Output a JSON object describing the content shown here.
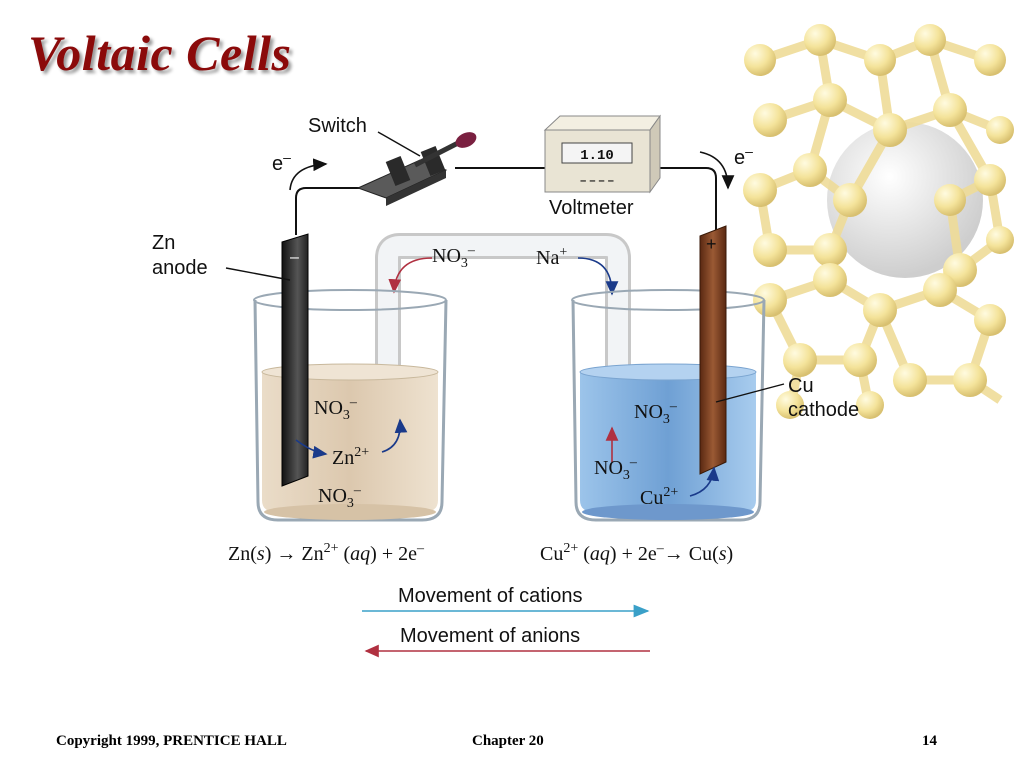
{
  "title": "Voltaic Cells",
  "labels": {
    "switch": "Switch",
    "voltmeter": "Voltmeter",
    "voltmeter_reading": "1.10",
    "voltmeter_dashes": "– – –     –",
    "electron_left": "e",
    "electron_right": "e",
    "charge_minus": "–",
    "anode_metal": "Zn",
    "anode_word": "anode",
    "cathode_metal": "Cu",
    "cathode_word": "cathode",
    "anode_sign": "–",
    "cathode_sign": "+",
    "nitrate": "NO",
    "nitrate_sub": "3",
    "nitrate_charge": "–",
    "sodium": "Na",
    "sodium_charge": "+",
    "zinc_ion": "Zn",
    "zinc_charge": "2+",
    "copper_ion": "Cu",
    "copper_charge": "2+"
  },
  "equations": {
    "anode": {
      "p1": "Zn(",
      "s": "s",
      "p2": ") → Zn",
      "sup": "2+",
      "p3": " (",
      "aq": "aq",
      "p4": ") + 2e",
      "e_sup": "–"
    },
    "cathode": {
      "p1": "Cu",
      "sup": "2+",
      "p2": " (",
      "aq": "aq",
      "p3": ") + 2e",
      "e_sup": "–",
      "p4": "→ Cu(",
      "s": "s",
      "p5": ")"
    }
  },
  "legend": {
    "cations": "Movement of cations",
    "anions": "Movement of anions"
  },
  "colors": {
    "title": "#8b0a0a",
    "zinc_solution": "#e8d9c3",
    "copper_solution": "#8fb8e0",
    "cation_arrow": "#3aa0c8",
    "anion_arrow": "#b03040",
    "ion_arrow": "#1a3a8a",
    "cathode_metal": "#7a3a1e",
    "anode_metal": "#2a2a2a",
    "buckyball": "#f5e6a0"
  },
  "icons": [
    "buckyball-decoration",
    "switch-icon",
    "voltmeter-icon"
  ],
  "footer": {
    "copyright": "Copyright 1999, PRENTICE HALL",
    "chapter": "Chapter 20",
    "page": "14"
  }
}
